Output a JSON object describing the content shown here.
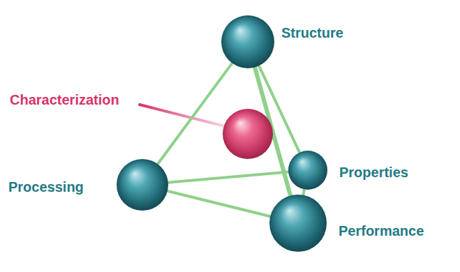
{
  "diagram": {
    "nodes": [
      {
        "text": [
          "Structure"
        ]
      },
      {
        "text": [
          "Characterization"
        ]
      },
      {
        "text": [
          "Processing"
        ]
      },
      {
        "text": [
          "Properties"
        ]
      },
      {
        "text": [
          "Performance"
        ]
      }
    ],
    "edges": [
      {
        "from": 0,
        "to": 2,
        "arrow": "none"
      },
      {
        "from": 0,
        "to": 3,
        "arrow": "none"
      },
      {
        "from": 0,
        "to": 4,
        "arrow": "none"
      },
      {
        "from": 2,
        "to": 3,
        "arrow": "none"
      },
      {
        "from": 2,
        "to": 4,
        "arrow": "none"
      },
      {
        "from": 3,
        "to": 4,
        "arrow": "none"
      }
    ]
  }
}
